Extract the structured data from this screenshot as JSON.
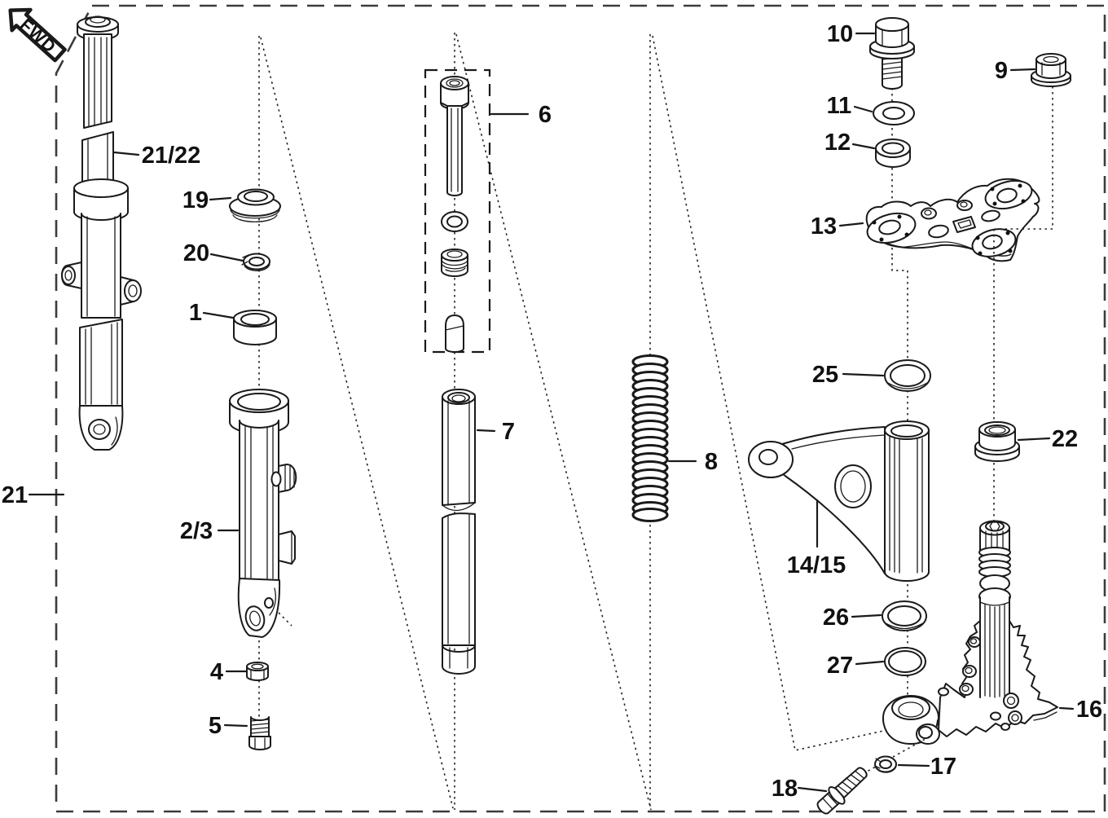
{
  "page": {
    "background_color": "#ffffff",
    "line_color": "#1a1a1a",
    "frame_dash_color": "#3c3c3c"
  },
  "orientation_badge": {
    "label": "FWD"
  },
  "callouts": [
    {
      "text": "21/22"
    },
    {
      "text": "19"
    },
    {
      "text": "20"
    },
    {
      "text": "1"
    },
    {
      "text": "2/3"
    },
    {
      "text": "4"
    },
    {
      "text": "5"
    },
    {
      "text": "6"
    },
    {
      "text": "7"
    },
    {
      "text": "8"
    },
    {
      "text": "10"
    },
    {
      "text": "11"
    },
    {
      "text": "12"
    },
    {
      "text": "13"
    },
    {
      "text": "9"
    },
    {
      "text": "25"
    },
    {
      "text": "22"
    },
    {
      "text": "14/15"
    },
    {
      "text": "26"
    },
    {
      "text": "27"
    },
    {
      "text": "16"
    },
    {
      "text": "17"
    },
    {
      "text": "18"
    },
    {
      "text": "21"
    }
  ]
}
